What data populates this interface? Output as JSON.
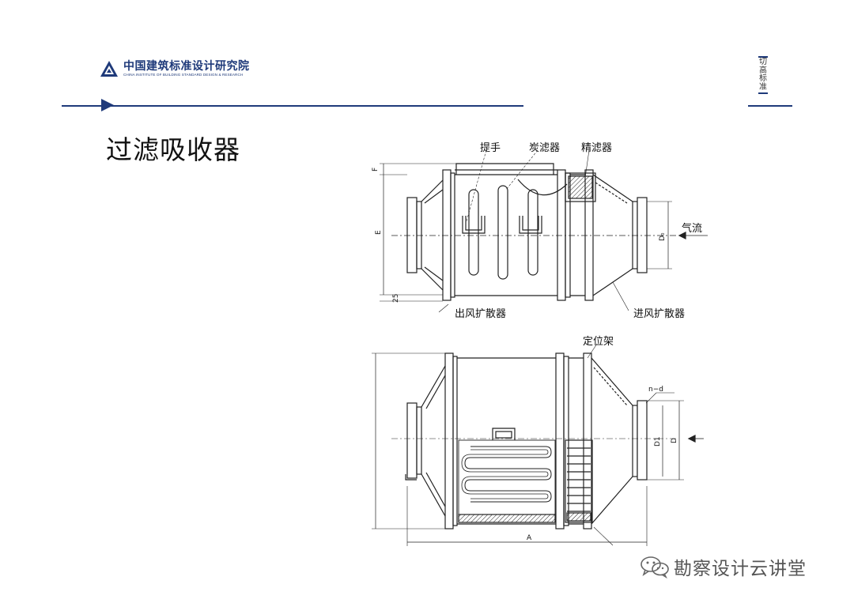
{
  "header": {
    "logo_cn": "中国建筑标准设计研究院",
    "logo_en": "CHINA INSTITUTE OF BUILDING STANDARD DESIGN & RESEARCH",
    "side_tag": "切高标准"
  },
  "slide": {
    "title": "过滤吸收器"
  },
  "diagram": {
    "labels": {
      "handle": "提手",
      "carbon_filter": "炭滤器",
      "fine_filter": "精滤器",
      "airflow": "气流",
      "outlet_diffuser": "出风扩散器",
      "inlet_diffuser": "进风扩散器",
      "positioning_frame": "定位架",
      "dim_F": "F",
      "dim_E": "E",
      "dim_25": "25",
      "dim_D0": "D₀",
      "dim_nd": "n−d",
      "dim_D1": "D1",
      "dim_D": "D",
      "dim_A": "A"
    }
  },
  "watermark": {
    "text": "勘察设计云讲堂",
    "icon": "wechat-icon"
  }
}
